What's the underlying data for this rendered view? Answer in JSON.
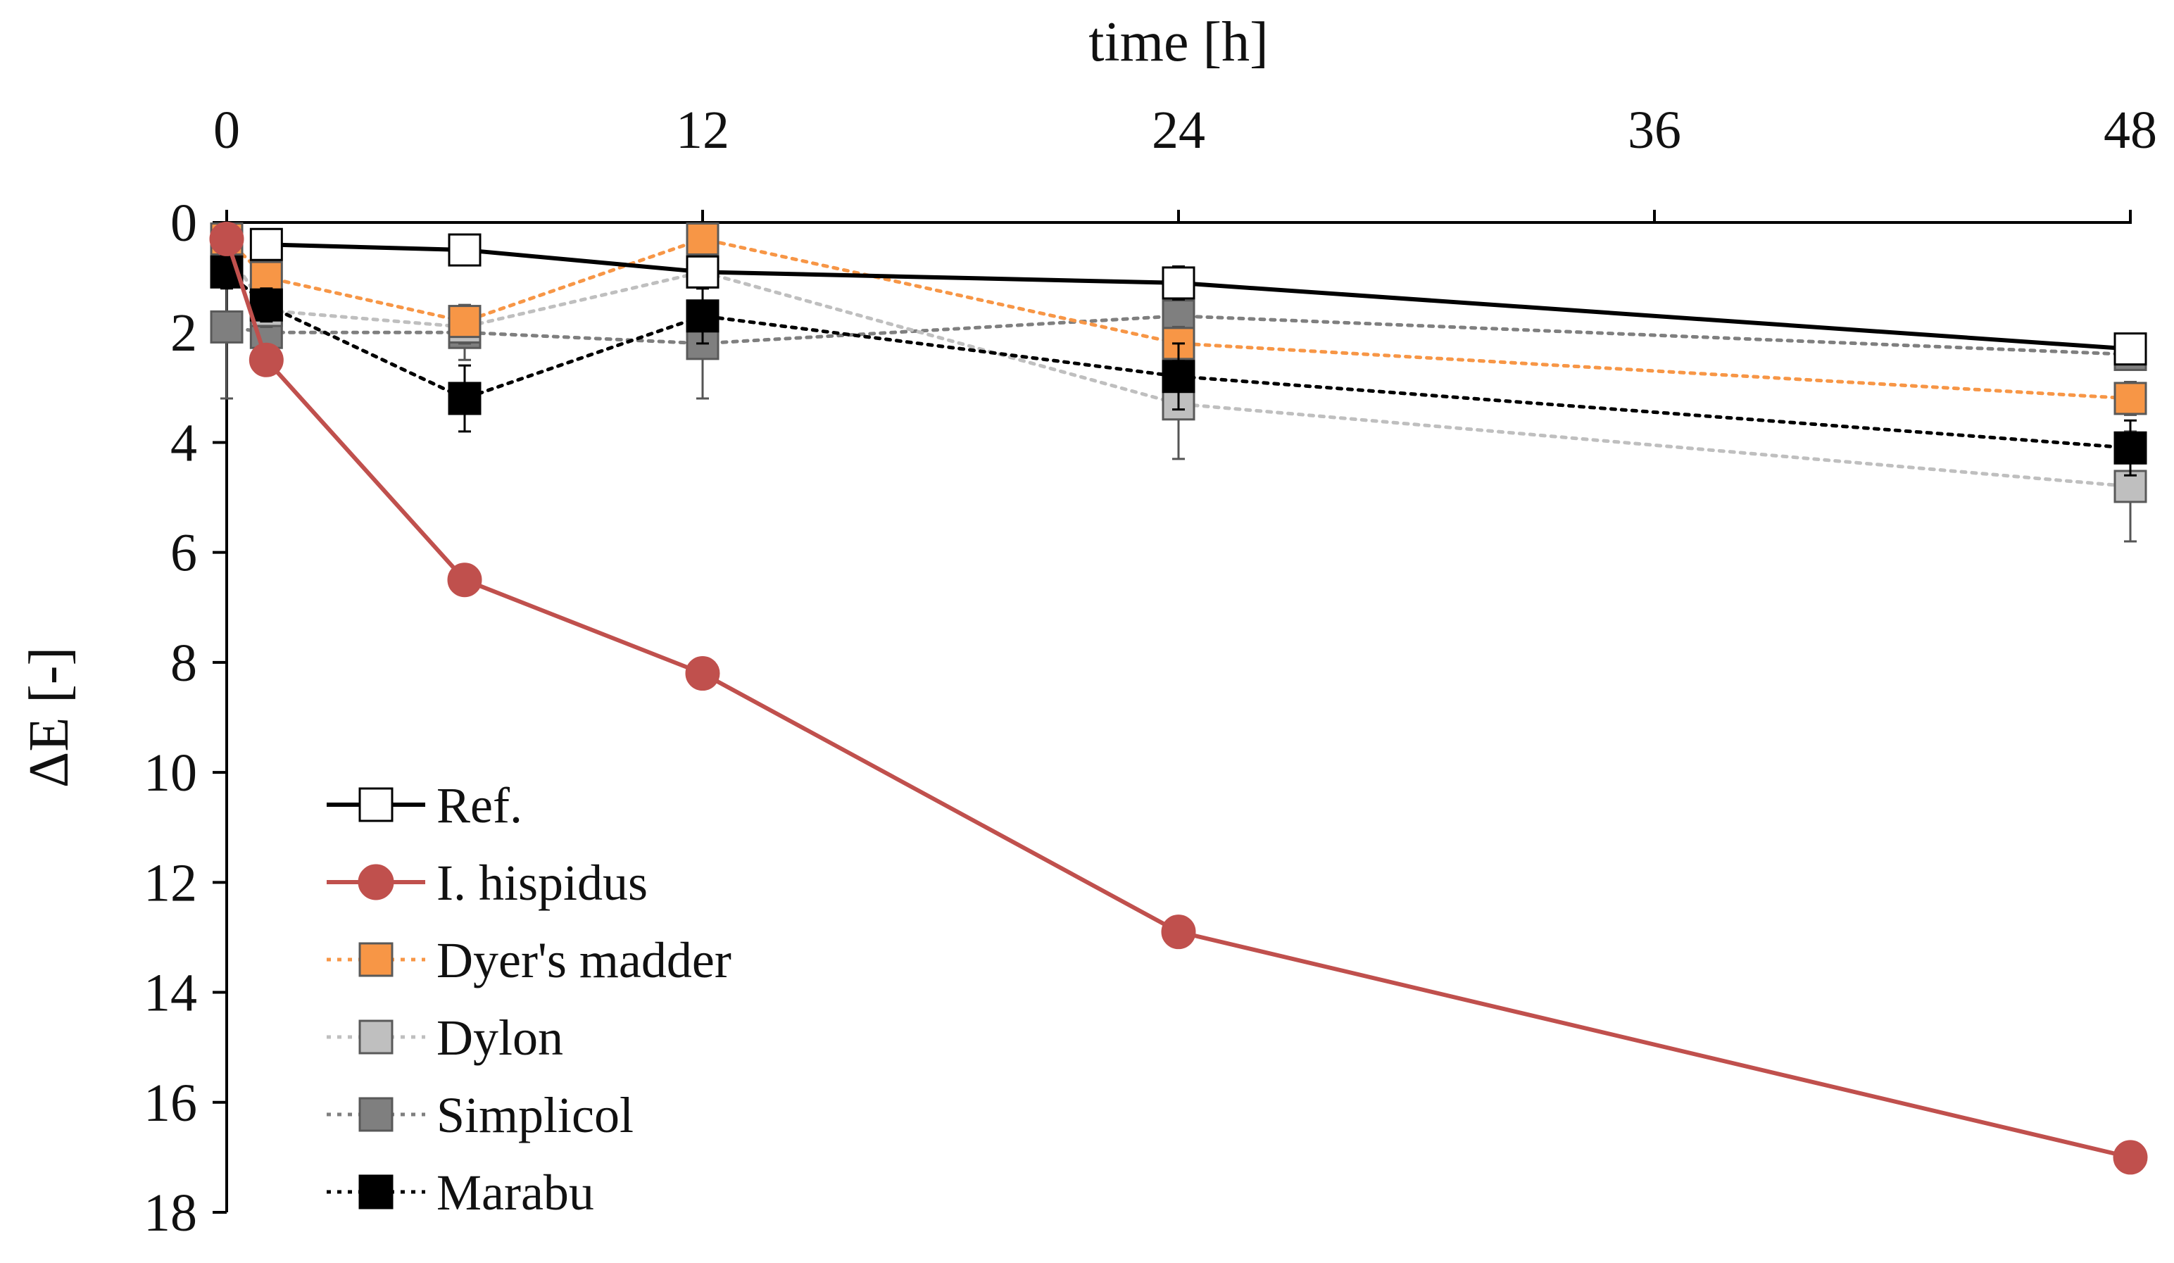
{
  "chart_data": {
    "type": "line",
    "xlabel": "time [h]",
    "ylabel": "ΔE [-]",
    "x_axis_position": "top",
    "y_axis_inverted": true,
    "xlim": [
      0,
      48
    ],
    "ylim": [
      0,
      18
    ],
    "xticks": [
      0,
      12,
      24,
      36,
      48
    ],
    "yticks": [
      0,
      2,
      4,
      6,
      8,
      10,
      12,
      14,
      16,
      18
    ],
    "grid": false,
    "legend_position": "bottom-left",
    "series": [
      {
        "name": "Ref.",
        "color": "#000000",
        "marker": "square",
        "marker_fill": "#ffffff",
        "line_style": "solid",
        "x": [
          1,
          6,
          12,
          24,
          48
        ],
        "y": [
          0.4,
          0.5,
          0.9,
          1.1,
          2.3
        ],
        "error": [
          0.1,
          0.1,
          0.1,
          0.3,
          0.2
        ]
      },
      {
        "name": "I. hispidus",
        "color": "#c0504d",
        "marker": "circle",
        "marker_fill": "#c0504d",
        "line_style": "solid",
        "x": [
          0,
          1,
          6,
          12,
          24,
          48
        ],
        "y": [
          0.3,
          2.5,
          6.5,
          8.2,
          12.9,
          17.0
        ],
        "error": [
          0,
          0,
          0,
          0,
          0,
          0
        ]
      },
      {
        "name": "Dyer's madder",
        "color": "#f79646",
        "marker": "square",
        "marker_fill": "#f79646",
        "line_style": "dotted",
        "x": [
          0,
          1,
          6,
          12,
          24,
          48
        ],
        "y": [
          0.3,
          1.0,
          1.8,
          0.3,
          2.2,
          3.2
        ],
        "error": [
          0,
          0.2,
          0.2,
          0.1,
          0.3,
          0.3
        ]
      },
      {
        "name": "Dylon",
        "color": "#bfbfbf",
        "marker": "square",
        "marker_fill": "#bfbfbf",
        "line_style": "dotted",
        "x": [
          0,
          1,
          6,
          12,
          24,
          48
        ],
        "y": [
          0.5,
          1.6,
          1.9,
          0.9,
          3.3,
          4.8
        ],
        "error": [
          0,
          0.3,
          0.3,
          0.3,
          1.0,
          1.0
        ]
      },
      {
        "name": "Simplicol",
        "color": "#7f7f7f",
        "marker": "square",
        "marker_fill": "#7f7f7f",
        "line_style": "dotted",
        "x": [
          0,
          1,
          6,
          12,
          24,
          48
        ],
        "y": [
          1.9,
          2.0,
          2.0,
          2.2,
          1.7,
          2.4
        ],
        "error": [
          1.3,
          0.3,
          0.5,
          1.0,
          0.3,
          0.2
        ]
      },
      {
        "name": "Marabu",
        "color": "#000000",
        "marker": "square",
        "marker_fill": "#000000",
        "line_style": "dotted",
        "x": [
          0,
          1,
          6,
          12,
          24,
          48
        ],
        "y": [
          0.9,
          1.5,
          3.2,
          1.7,
          2.8,
          4.1
        ],
        "error": [
          0.3,
          0.3,
          0.6,
          0.5,
          0.6,
          0.5
        ]
      }
    ]
  }
}
